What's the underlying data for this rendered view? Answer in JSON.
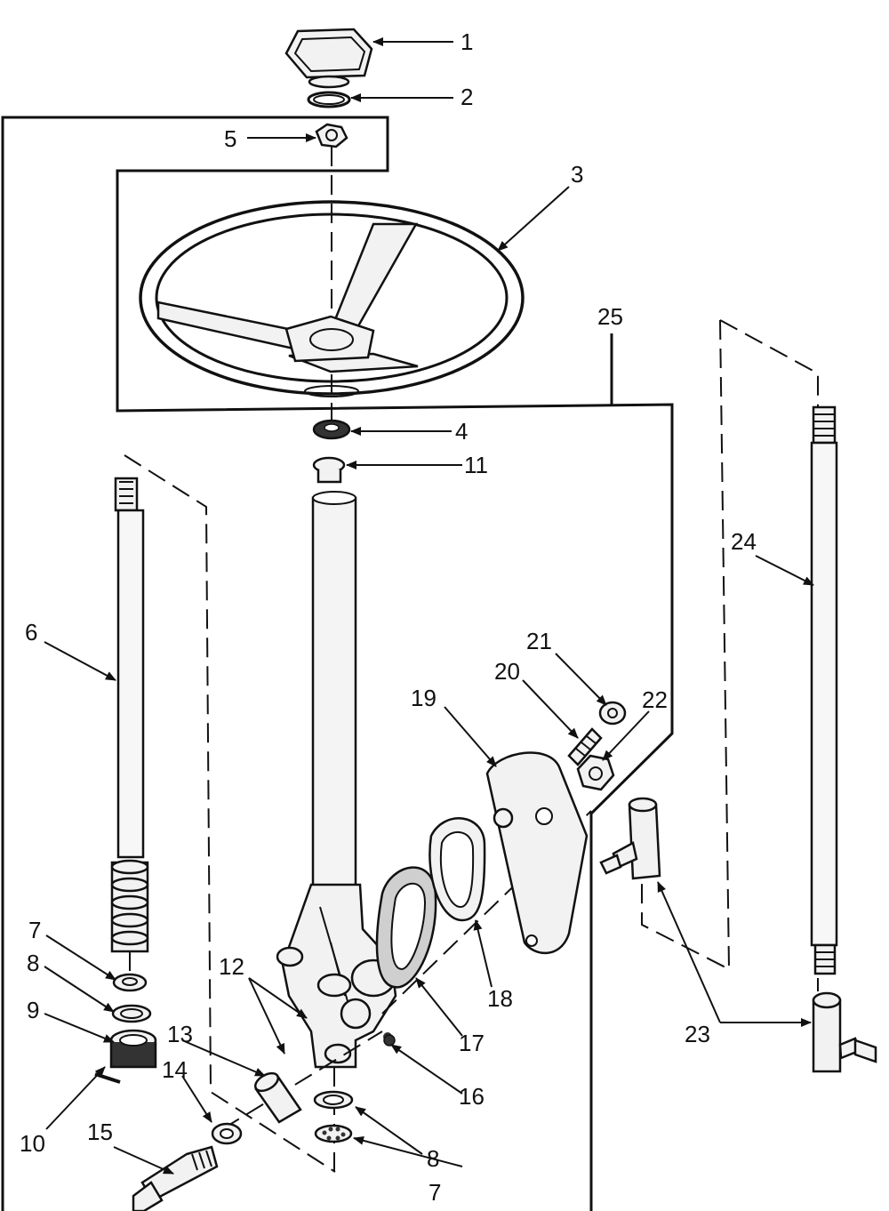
{
  "callouts": {
    "c1": "1",
    "c2": "2",
    "c3": "3",
    "c4": "4",
    "c5": "5",
    "c6": "6",
    "c7a": "7",
    "c7b": "7",
    "c8a": "8",
    "c8b": "8",
    "c9": "9",
    "c10": "10",
    "c11": "11",
    "c12": "12",
    "c13": "13",
    "c14": "14",
    "c15": "15",
    "c16": "16",
    "c17": "17",
    "c18": "18",
    "c19": "19",
    "c20": "20",
    "c21": "21",
    "c22": "22",
    "c23": "23",
    "c24": "24",
    "c25": "25"
  }
}
